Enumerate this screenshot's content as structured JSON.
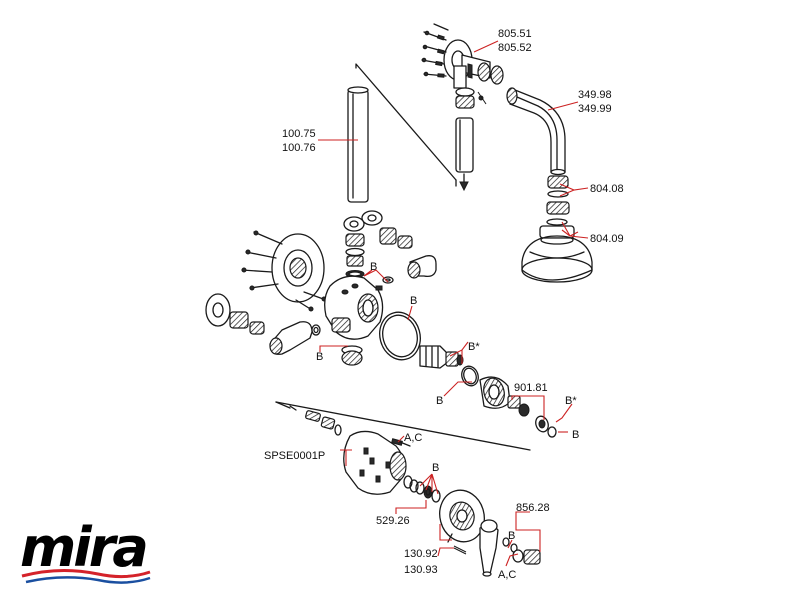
{
  "labels": {
    "p805": [
      "805.51",
      "805.52"
    ],
    "p349": [
      "349.98",
      "349.99"
    ],
    "p100": [
      "100.75",
      "100.76"
    ],
    "p80408": "804.08",
    "p80409": "804.09",
    "b_upper": "B",
    "b_oring": "B",
    "b_lower_left": "B",
    "b_star_cart": "B*",
    "b_cart_left": "B",
    "p90181": "901.81",
    "b_star_right": "B*",
    "b_right": "B",
    "ac_upper": "A,C",
    "spse": "SPSE0001P",
    "b_rings": "B",
    "p52926": "529.26",
    "p85628": "856.28",
    "p130": [
      "130.92",
      "130.93"
    ],
    "b_handle": "B",
    "ac_lower": "A,C"
  },
  "colors": {
    "leader": "#cc2222",
    "ink": "#1a1a1a",
    "logo_swoosh_red": "#d4222a",
    "logo_swoosh_blue": "#1a4fa0"
  },
  "logo": {
    "text": "mira"
  }
}
